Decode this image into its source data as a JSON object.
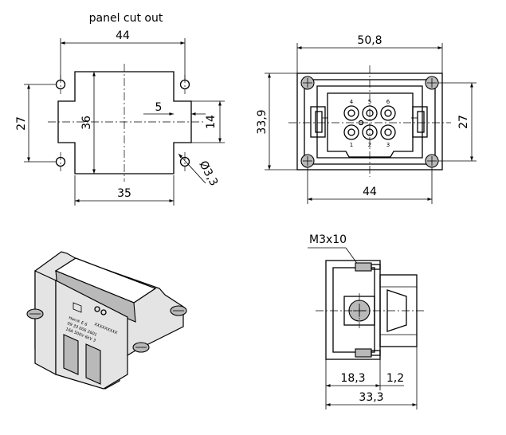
{
  "panel_cutout": {
    "title": "panel cut out",
    "dim_width": "44",
    "dim_height_outer": "27",
    "dim_height_center": "36",
    "dim_offset": "5",
    "dim_notch": "14",
    "dim_hole": "Ø3,3",
    "dim_bottom": "35"
  },
  "front_view": {
    "dim_width": "50,8",
    "dim_height": "33,9",
    "dim_right": "27",
    "dim_bottom": "44",
    "pin_labels": [
      "4",
      "5",
      "6",
      "1",
      "2",
      "3"
    ]
  },
  "side_view": {
    "screw_label": "M3x10",
    "dim_left": "18,3",
    "dim_right": "1,2",
    "dim_total": "33,3"
  },
  "iso_view": {
    "label_lines": [
      "Han® E 6",
      "09 33 006 2601",
      "16A 500V 6kV 3"
    ],
    "code_text": "XXXXXXXXX"
  }
}
